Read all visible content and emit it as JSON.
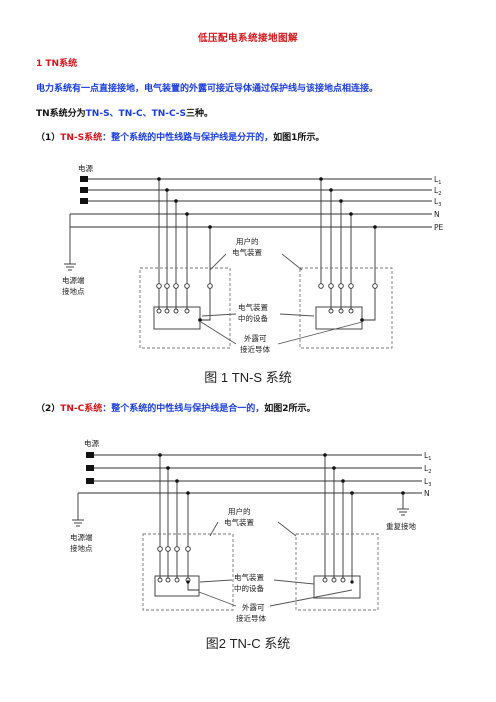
{
  "title": "低压配电系统接地图解",
  "section": "1 TN系统",
  "definition": "电力系统有一点直接接地，电气装置的外露可接近导体通过保护线与该接地点相连接。",
  "intro": {
    "prefix": "TN系统分为",
    "types": "TN-S、TN-C、TN-C-S",
    "suffix": "三种。"
  },
  "item1": {
    "num": "（1）",
    "name": "TN-S系统",
    "desc": "：整个系统的中性线路与保护线是分开的，",
    "ref": "如图1所示。"
  },
  "item2": {
    "num": "（2）",
    "name": "TN-C系统",
    "desc": "：整个系统的中性线与保护线是合一的，",
    "ref": "如图2所示。"
  },
  "fig1": {
    "source_label": "电源",
    "lines": [
      "L",
      "L",
      "L",
      "N",
      "PE"
    ],
    "subs": [
      "1",
      "2",
      "3"
    ],
    "user_device": [
      "用户的",
      "电气装置"
    ],
    "equipment": [
      "电气装置",
      "中的设备"
    ],
    "exposed": [
      "外露可",
      "接近导体"
    ],
    "ground": [
      "电源端",
      "接地点"
    ],
    "caption": "图 1 TN-S 系统"
  },
  "fig2": {
    "source_label": "电源",
    "lines": [
      "L",
      "L",
      "L",
      "N"
    ],
    "subs": [
      "1",
      "2",
      "3"
    ],
    "user_device": [
      "用户的",
      "电气装置"
    ],
    "equipment": [
      "电气装置",
      "中的设备"
    ],
    "exposed": [
      "外露可",
      "接近导体"
    ],
    "ground": [
      "电源端",
      "接地点"
    ],
    "repeat_ground": "重复接地",
    "caption": "图2 TN-C 系统"
  }
}
